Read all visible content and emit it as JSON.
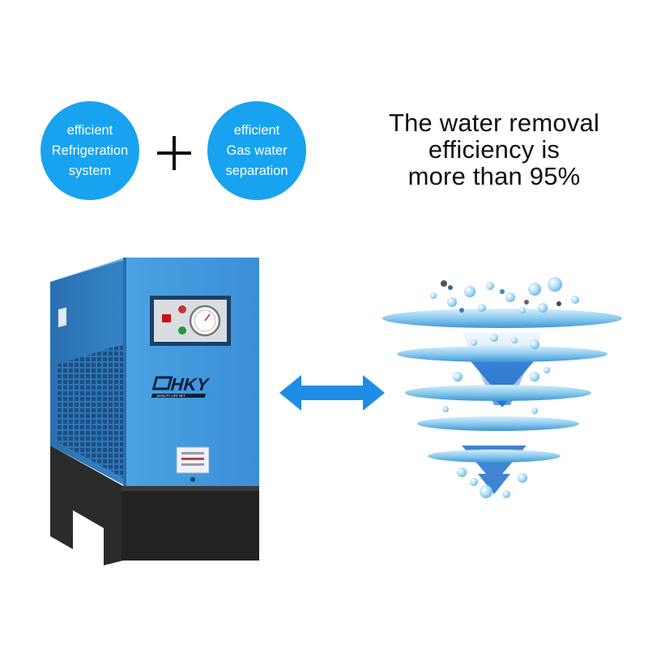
{
  "badges": [
    {
      "lines": [
        "efficient",
        "Refrigeration",
        "system"
      ]
    },
    {
      "lines": [
        "efficient",
        "Gas water",
        "separation"
      ]
    }
  ],
  "headline": {
    "lines": [
      "The water removal",
      "efficiency is",
      "more than 95%"
    ]
  },
  "machine": {
    "brand": "HKY",
    "tagline": "QUALITY LIFE SET"
  },
  "colors": {
    "badge": "#17a3f0",
    "cabinet_front": "#3f97db",
    "cabinet_side": "#2f77bb",
    "base": "#2a2a2a",
    "arrow": "#1f8de6",
    "disc": "#8fcdf0",
    "flow_arrow": "#1f6fcc"
  },
  "icons": [
    "plus-icon",
    "double-arrow-icon",
    "pressure-gauge-icon",
    "power-switch-icon",
    "indicator-light-icon",
    "drain-arrow-icon"
  ]
}
